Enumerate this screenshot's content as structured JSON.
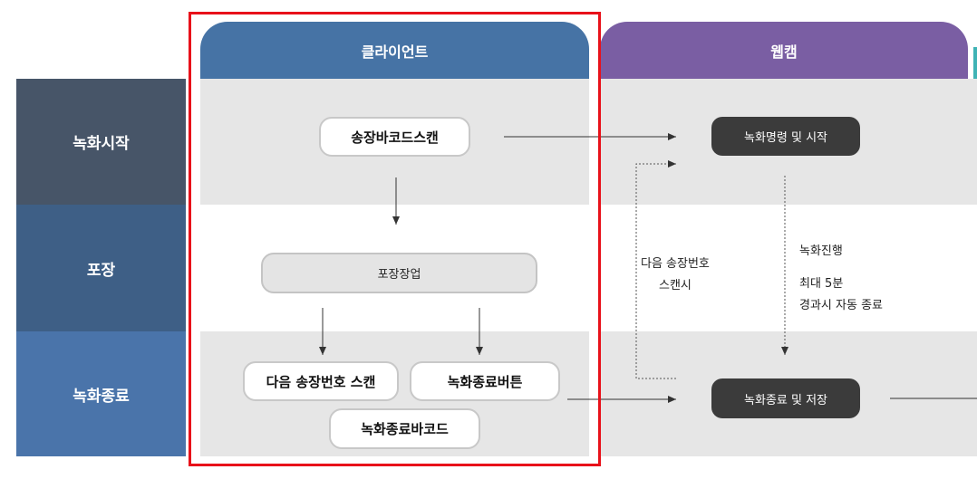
{
  "rows": [
    {
      "label": "녹화시작",
      "color": "#475568"
    },
    {
      "label": "포장",
      "color": "#3e5f86"
    },
    {
      "label": "녹화종료",
      "color": "#4a74aa"
    }
  ],
  "columns": {
    "client": {
      "label": "클라이언트",
      "color": "#4673a5"
    },
    "webcam": {
      "label": "웹캠",
      "color": "#7a5ea3"
    }
  },
  "client_steps": {
    "scan_invoice": "송장바코드스캔",
    "packing": "포장장업",
    "next_invoice_scan": "다음 송장번호 스캔",
    "stop_button": "녹화종료버튼",
    "stop_barcode": "녹화종료바코드"
  },
  "webcam_steps": {
    "record_start": "녹화명령 및 시작",
    "record_stop_save": "녹화종료 및 저장"
  },
  "notes": {
    "next_scan_line1": "다음 송장번호",
    "next_scan_line2": "스캔시",
    "recording_progress": "녹화진행",
    "max_line1": "최대 5분",
    "max_line2": "경과시 자동 종료"
  },
  "highlight_color": "#e8111a"
}
